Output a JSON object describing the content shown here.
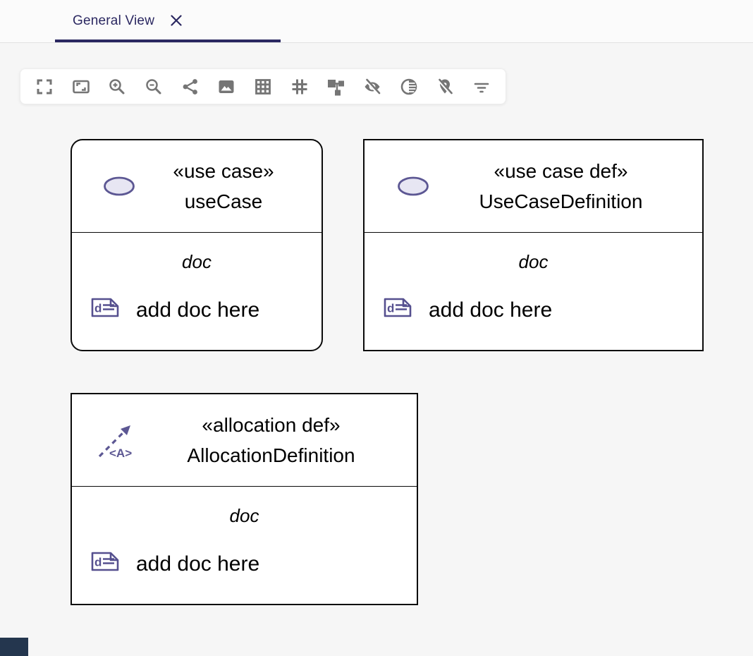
{
  "tab": {
    "label": "General View"
  },
  "toolbar": {
    "buttons": [
      {
        "name": "fullscreen"
      },
      {
        "name": "fit-to-screen"
      },
      {
        "name": "zoom-in"
      },
      {
        "name": "zoom-out"
      },
      {
        "name": "share-diagram"
      },
      {
        "name": "export-image"
      },
      {
        "name": "toggle-grid"
      },
      {
        "name": "snap-to-grid"
      },
      {
        "name": "arrange-all"
      },
      {
        "name": "reveal-hidden-elements"
      },
      {
        "name": "reveal-faded-elements"
      },
      {
        "name": "unpin-all-elements"
      },
      {
        "name": "filter-elements"
      }
    ]
  },
  "nodes": [
    {
      "stereotype": "«use case»",
      "name": "useCase",
      "doc_title": "doc",
      "doc_text": "add doc here"
    },
    {
      "stereotype": "«use case def»",
      "name": "UseCaseDefinition",
      "doc_title": "doc",
      "doc_text": "add doc here"
    },
    {
      "stereotype": "«allocation def»",
      "name": "AllocationDefinition",
      "doc_title": "doc",
      "doc_text": "add doc here"
    }
  ],
  "icons": {
    "doc_letter": "d",
    "allocation_text": "<A>"
  },
  "colors": {
    "accent": "#2b2861",
    "toolbar_icon_gray": "#757575",
    "node_icon_purple": "#5c5793",
    "ellipse_fill": "#e7e6f3",
    "panel_fragment": "#24364e"
  }
}
